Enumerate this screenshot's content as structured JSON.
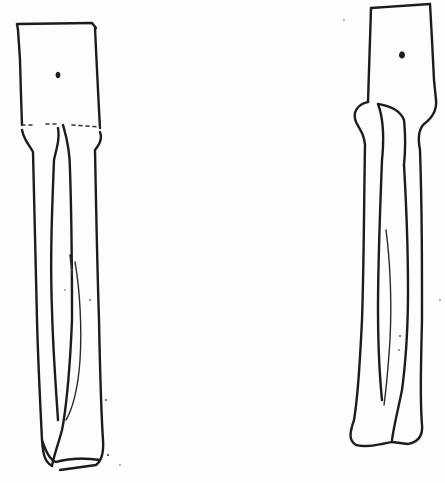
{
  "figure": {
    "panels": [
      {
        "id": "left-forearm",
        "view": "anterior"
      },
      {
        "id": "right-forearm",
        "view": "lateral"
      }
    ],
    "colors": {
      "background": "#fdfdfd",
      "ink": "#1c1c1c"
    },
    "icons": [
      "forearm-bones-drawing",
      "cast-block-drawing"
    ]
  }
}
